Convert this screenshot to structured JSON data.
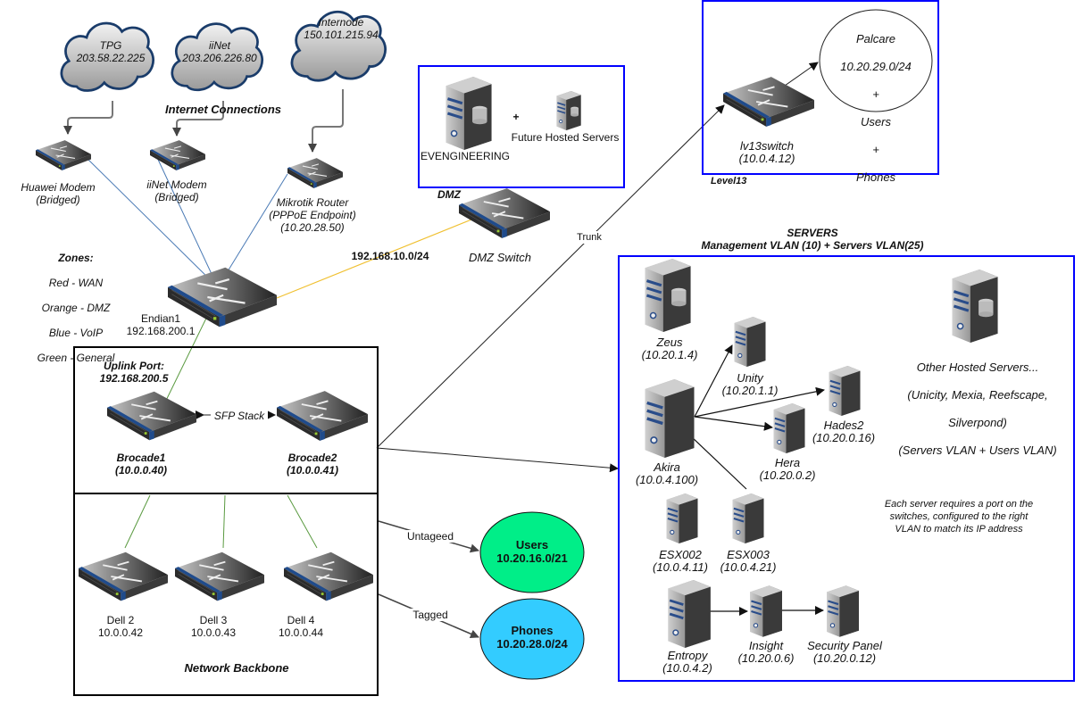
{
  "clouds": [
    {
      "name": "TPG",
      "ip": "203.58.22.225"
    },
    {
      "name": "iiNet",
      "ip": "203.206.226.80"
    },
    {
      "name": "Internode",
      "ip": "150.101.215.94"
    }
  ],
  "internet_title": "Internet Connections",
  "modems": [
    {
      "label": "Huawei Modem",
      "sub": "(Bridged)"
    },
    {
      "label": "iiNet Modem",
      "sub": "(Bridged)"
    },
    {
      "label": "Mikrotik Router",
      "sub": "(PPPoE Endpoint)",
      "ip": "(10.20.28.50)"
    }
  ],
  "zones": {
    "title": "Zones:",
    "items": [
      "Red - WAN",
      "Orange - DMZ",
      "Blue - VoIP",
      "Green - General"
    ]
  },
  "firewall": {
    "name": "Endian1",
    "ip": "192.168.200.1"
  },
  "dmz_link_label": "192.168.10.0/24",
  "dmz": {
    "group_label": "DMZ",
    "switch_label": "DMZ Switch",
    "server_label": "EVENGINEERING",
    "plus": "+",
    "future_label": "Future Hosted Servers"
  },
  "trunk_label": "Trunk",
  "level13": {
    "group_label": "Level13",
    "switch_name": "lv13switch",
    "switch_ip": "(10.0.4.12)",
    "ellipse_lines": [
      "Palcare",
      "10.20.29.0/24",
      "+",
      "Users",
      "+",
      "Phones"
    ]
  },
  "backbone": {
    "title": "Network Backbone",
    "uplink_title": "Uplink Port:",
    "uplink_ip": "192.168.200.5",
    "stack_label": "SFP Stack",
    "brocades": [
      {
        "name": "Brocade1",
        "ip": "(10.0.0.40)"
      },
      {
        "name": "Brocade2",
        "ip": "(10.0.0.41)"
      }
    ],
    "dells": [
      {
        "name": "Dell 2",
        "ip": "10.0.0.42"
      },
      {
        "name": "Dell 3",
        "ip": "10.0.0.43"
      },
      {
        "name": "Dell 4",
        "ip": "10.0.0.44"
      }
    ]
  },
  "vlans": [
    {
      "link_label": "Untageed",
      "name": "Users",
      "subnet": "10.20.16.0/21",
      "color": "#00ee88"
    },
    {
      "link_label": "Tagged",
      "name": "Phones",
      "subnet": "10.20.28.0/24",
      "color": "#33ccff"
    }
  ],
  "servers": {
    "title": "SERVERS",
    "subtitle": "Management VLAN (10) + Servers VLAN(25)",
    "items": [
      {
        "name": "Zeus",
        "ip": "(10.20.1.4)"
      },
      {
        "name": "Unity",
        "ip": "(10.20.1.1)"
      },
      {
        "name": "Akira",
        "ip": "(10.0.4.100)"
      },
      {
        "name": "Hades2",
        "ip": "(10.20.0.16)"
      },
      {
        "name": "Hera",
        "ip": "(10.20.0.2)"
      },
      {
        "name": "ESX002",
        "ip": "(10.0.4.11)"
      },
      {
        "name": "ESX003",
        "ip": "(10.0.4.21)"
      },
      {
        "name": "Entropy",
        "ip": "(10.0.4.2)"
      },
      {
        "name": "Insight",
        "ip": "(10.20.0.6)"
      },
      {
        "name": "Security Panel",
        "ip": "(10.20.0.12)"
      }
    ],
    "other_hosted": [
      "Other Hosted Servers...",
      "(Unicity, Mexia, Reefscape,",
      "Silverpond)",
      "(Servers VLAN + Users VLAN)"
    ],
    "note": "Each server requires a port on the switches, configured to the right VLAN to match its IP address"
  },
  "colors": {
    "group_border": "#0000ff",
    "wan_link": "#4a7ab5",
    "dmz_link": "#f0c030",
    "general_link": "#5a9a40"
  }
}
